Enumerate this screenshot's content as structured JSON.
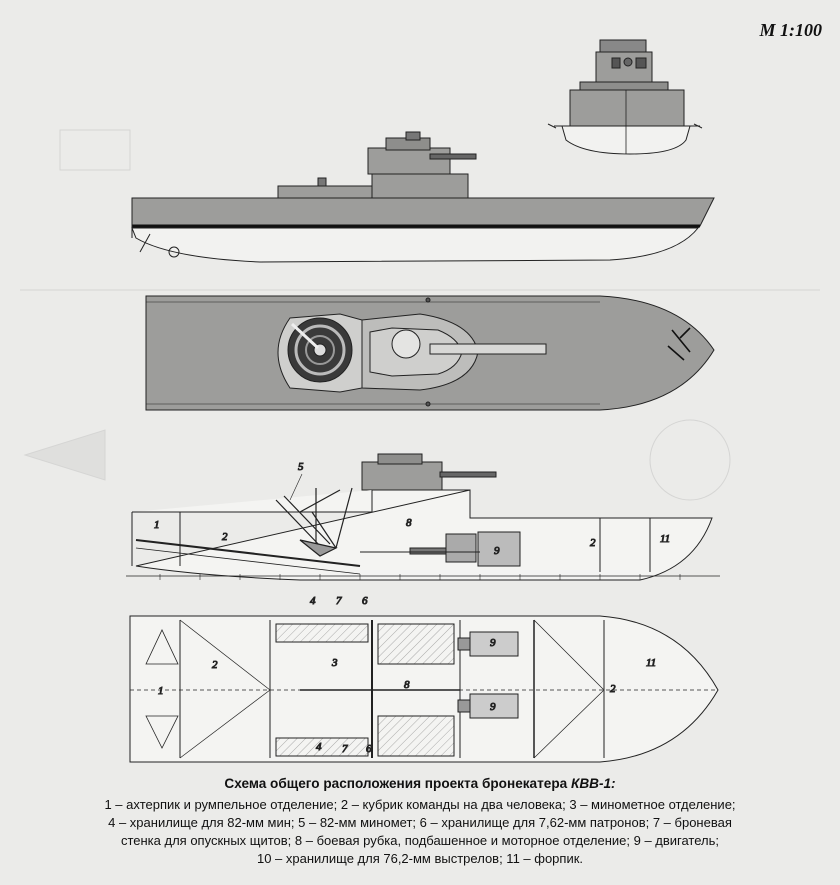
{
  "scale_label": "M 1:100",
  "callouts": {
    "profile": [
      "5",
      "1",
      "2",
      "8",
      "9",
      "2",
      "11"
    ],
    "plan": [
      "4",
      "7",
      "6",
      "2",
      "3",
      "9",
      "11",
      "1",
      "8",
      "9",
      "2",
      "4",
      "7",
      "6"
    ]
  },
  "caption": {
    "title": "Схема общего расположения проекта бронекатера",
    "title_model": "КВВ-1:",
    "lines": [
      "1 – ахтерпик и румпельное отделение; 2 – кубрик команды на два человека; 3 – минометное отделение;",
      "4 – хранилище для 82-мм мин; 5 – 82-мм миномет; 6 – хранилище для 7,62-мм патронов; 7 – броневая",
      "стенка для опускных щитов; 8 – боевая рубка, подбашенное и моторное отделение; 9 – двигатель;",
      "10 – хранилище для 76,2-мм выстрелов; 11 – форпик."
    ]
  },
  "colors": {
    "hull_grey": "#9d9d9b",
    "paper": "#ebebe9",
    "ink": "#1a1a1a"
  }
}
